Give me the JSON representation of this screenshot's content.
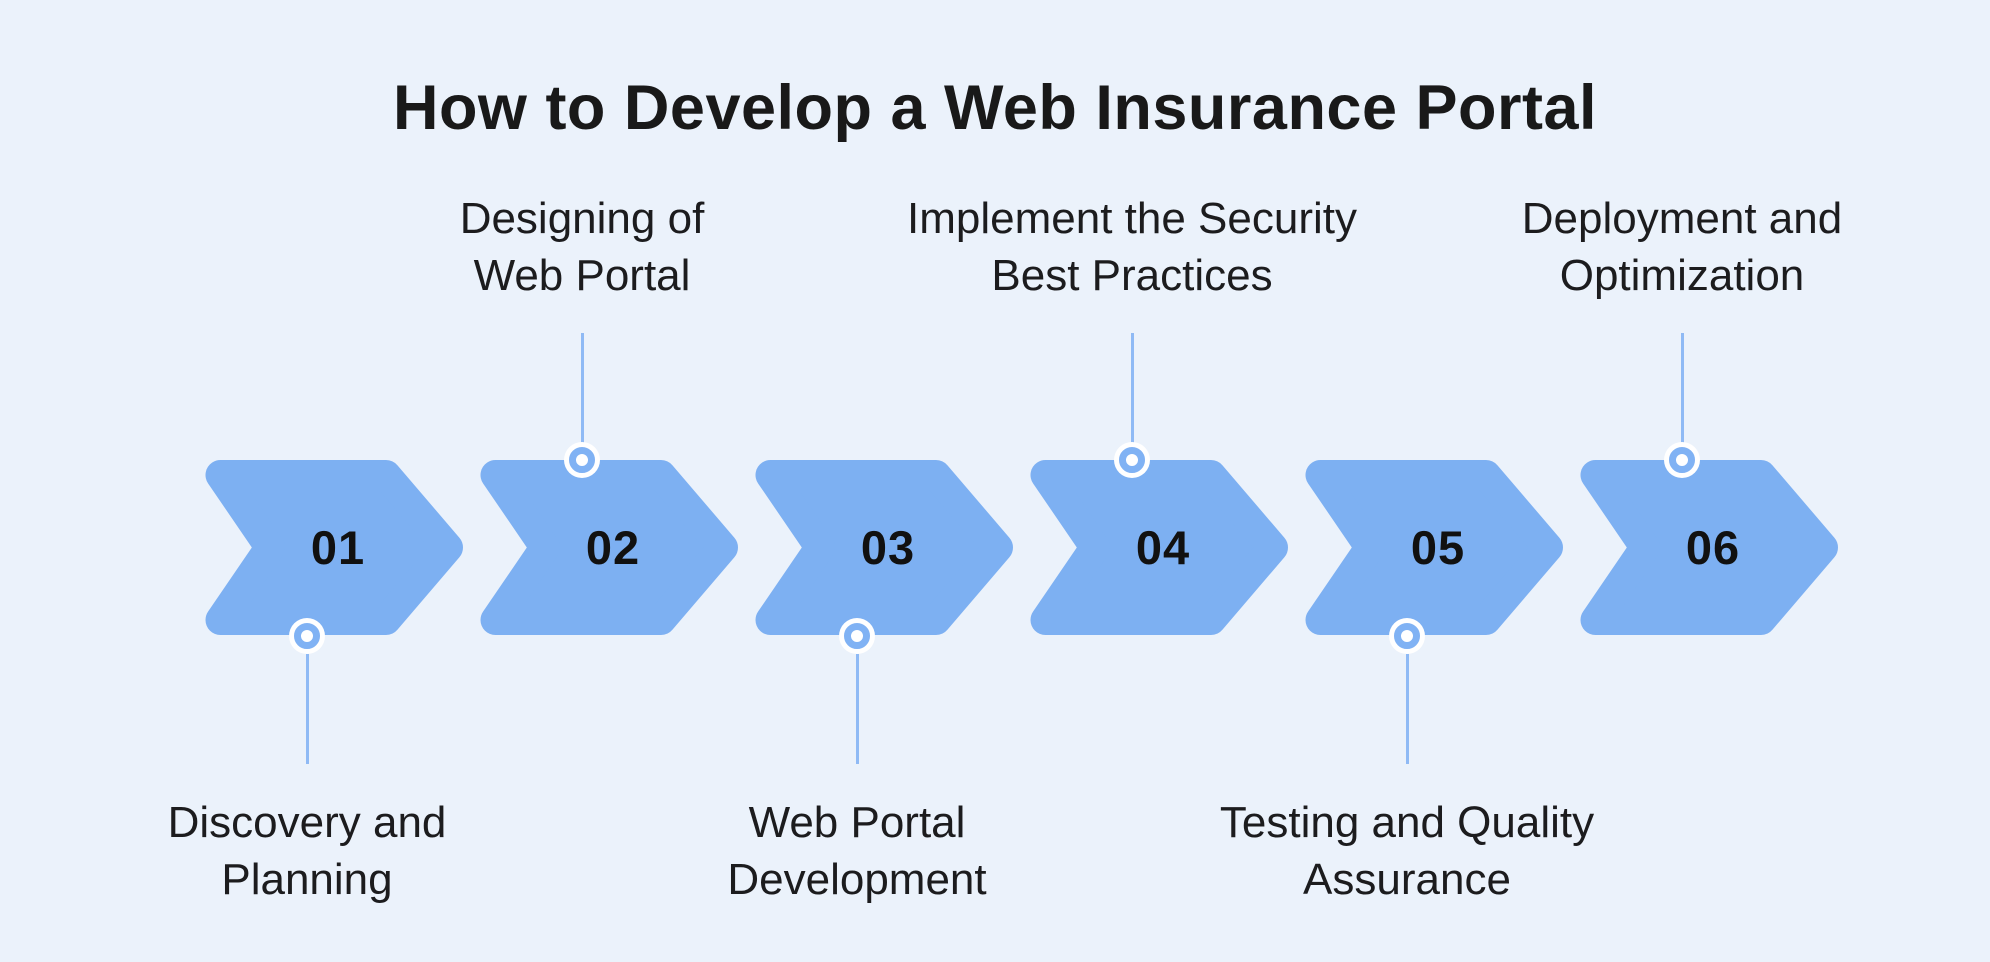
{
  "title": "How to Develop a Web Insurance Portal",
  "colors": {
    "background": "#EBF2FB",
    "arrow_fill": "#7DB0F2",
    "connector": "#8FBAF5",
    "ring": "#80B2F4",
    "number_text": "#111111",
    "label_text": "#1C1C1E",
    "title_text": "#191919",
    "dot_center": "#FFFFFF"
  },
  "steps": [
    {
      "number": "01",
      "label_line1": "Discovery and",
      "label_line2": "Planning",
      "label_position": "below"
    },
    {
      "number": "02",
      "label_line1": "Designing of",
      "label_line2": "Web Portal",
      "label_position": "above"
    },
    {
      "number": "03",
      "label_line1": "Web Portal",
      "label_line2": "Development",
      "label_position": "below"
    },
    {
      "number": "04",
      "label_line1": "Implement the Security",
      "label_line2": "Best Practices",
      "label_position": "above"
    },
    {
      "number": "05",
      "label_line1": "Testing and Quality",
      "label_line2": "Assurance",
      "label_position": "below"
    },
    {
      "number": "06",
      "label_line1": "Deployment and",
      "label_line2": "Optimization",
      "label_position": "above"
    }
  ]
}
